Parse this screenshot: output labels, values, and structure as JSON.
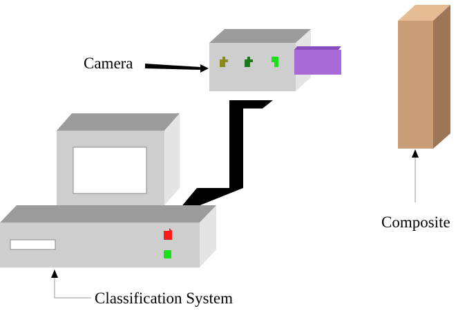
{
  "labels": {
    "camera": "Camera",
    "composite": "Composite",
    "classification_system": "Classification System"
  },
  "components": [
    {
      "id": "camera",
      "label_key": "camera"
    },
    {
      "id": "composite",
      "label_key": "composite"
    },
    {
      "id": "monitor",
      "label_key": null
    },
    {
      "id": "classification-unit",
      "label_key": "classification_system"
    }
  ],
  "colors": {
    "box_front": "#cecece",
    "box_top": "#9c9c9c",
    "box_side": "#e4e4e4",
    "lens": "#a86ad6",
    "lens_top": "#8a4dbd",
    "composite_front": "#c89d78",
    "composite_top": "#e6bc94",
    "composite_side": "#9d7658",
    "cable": "#000000",
    "indicator_red": "#ff1a1a",
    "indicator_green": "#19e019",
    "camera_indicator_olive": "#8a8a1a",
    "camera_indicator_darkgreen": "#1a7a1a",
    "camera_indicator_green": "#1ae01a",
    "leader_line": "#9a9a9a"
  }
}
